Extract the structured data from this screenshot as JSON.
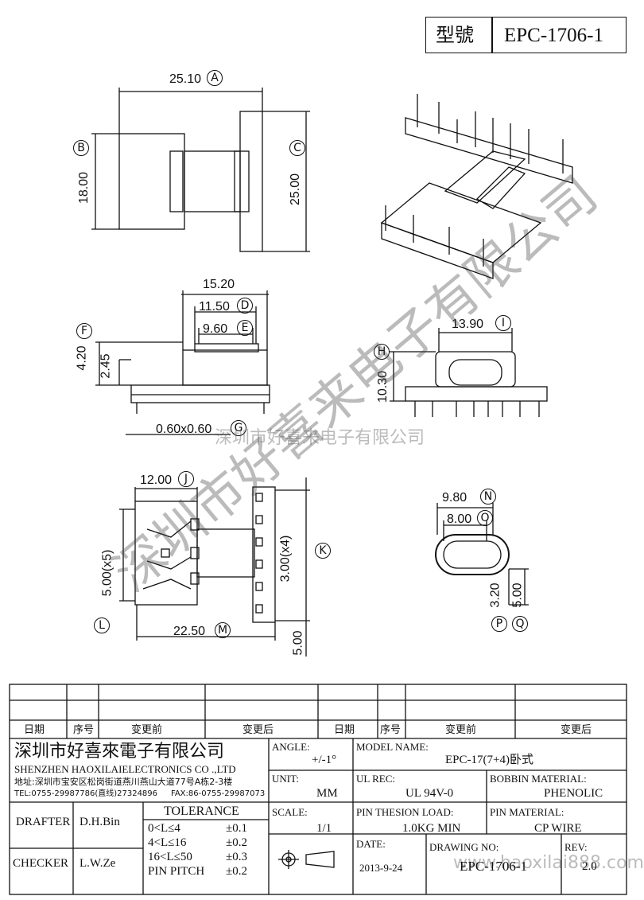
{
  "title": {
    "model_label": "型號",
    "model_no": "EPC-1706-1"
  },
  "watermark": {
    "diag_text": "深圳市好喜来电子有限公司",
    "mid_text": "深圳市好喜来电子有限公司",
    "url": "www.haoxilai888.com"
  },
  "dims": {
    "a": "25.10",
    "a_tag": "A",
    "b": "18.00",
    "b_tag": "B",
    "c": "25.00",
    "c_tag": "C",
    "top": "15.20",
    "d": "11.50",
    "d_tag": "D",
    "e": "9.60",
    "e_tag": "E",
    "f": "4.20",
    "f_tag": "F",
    "g_h": "2.45",
    "g": "0.60x0.60",
    "g_tag": "G",
    "i": "13.90",
    "i_tag": "I",
    "h": "10.30",
    "h_tag": "H",
    "j": "12.00",
    "j_tag": "J",
    "k": "3.00(x4)",
    "k_tag": "K",
    "l": "5.00(x5)",
    "l_tag": "L",
    "m": "22.50",
    "m_tag": "M",
    "m2": "5.00",
    "n": "9.80",
    "n_tag": "N",
    "o": "8.00",
    "o_tag": "O",
    "p": "3.20",
    "p_tag": "P",
    "q": "5.00",
    "q_tag": "Q"
  },
  "revision_table": {
    "headers": [
      "日期",
      "序号",
      "变更前",
      "变更后",
      "日期",
      "序号",
      "变更前",
      "变更后"
    ]
  },
  "company": {
    "name_cn": "深圳市好喜來電子有限公司",
    "name_en": "SHENZHEN HAOXILAIELECTRONICS CO .,LTD",
    "address": "地址:深圳市宝安区松岗街道燕川燕山大道77号A栋2-3楼",
    "tel": "TEL:0755-29987786(直线)27324896",
    "fax": "FAX:86-0755-29987073"
  },
  "info": {
    "angle_label": "ANGLE:",
    "angle_value": "+/-1°",
    "model_name_label": "MODEL NAME:",
    "model_name_value": "EPC-17(7+4)卧式",
    "unit_label": "UNIT:",
    "unit_value": "MM",
    "ul_rec_label": "UL REC:",
    "ul_rec_value": "UL 94V-0",
    "bobbin_material_label": "BOBBIN MATERIAL:",
    "bobbin_material_value": "PHENOLIC",
    "scale_label": "SCALE:",
    "scale_value": "1/1",
    "pin_load_label": "PIN THESION LOAD:",
    "pin_load_value": "1.0KG MIN",
    "pin_material_label": "PIN MATERIAL:",
    "pin_material_value": "CP  WIRE",
    "date_label": "DATE:",
    "date_value": "2013-9-24",
    "drawing_no_label": "DRAWING NO:",
    "drawing_no_value": "EPC-1706-1",
    "rev_label": "REV:",
    "rev_value": "2.0"
  },
  "people": {
    "drafter_label": "DRAFTER",
    "drafter_value": "D.H.Bin",
    "checker_label": "CHECKER",
    "checker_value": "L.W.Ze"
  },
  "tolerance": {
    "title": "TOLERANCE",
    "rows": [
      {
        "range": "0<L≤4",
        "value": "±0.1"
      },
      {
        "range": "4<L≤16",
        "value": "±0.2"
      },
      {
        "range": "16<L≤50",
        "value": "±0.3"
      },
      {
        "range": "PIN PITCH",
        "value": "±0.2"
      }
    ]
  }
}
